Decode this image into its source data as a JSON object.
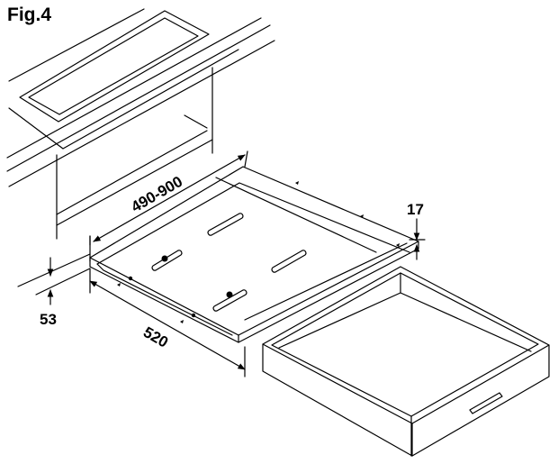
{
  "figure": {
    "label": "Fig.4"
  },
  "dimensions": {
    "shelf_width": "490-900",
    "shelf_depth": "520",
    "drawer_gap": "17",
    "countertop_gap": "53"
  },
  "colors": {
    "line": "#000000",
    "background": "#ffffff"
  }
}
